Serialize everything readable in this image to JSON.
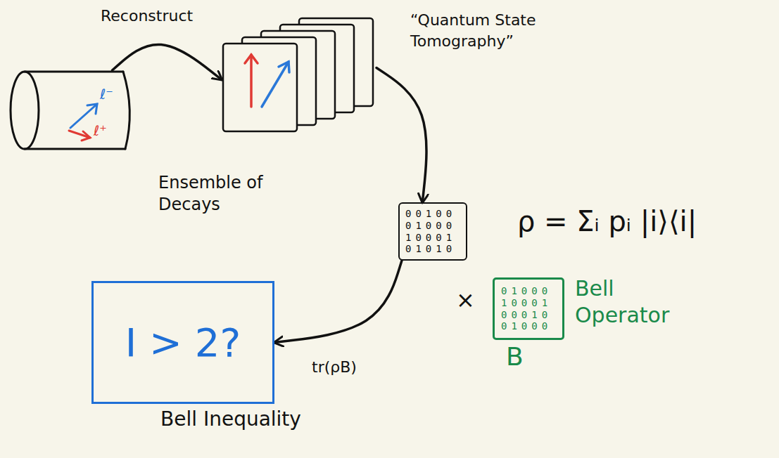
{
  "diagram": {
    "nodes": [
      {
        "text": [
          "ℓ⁻",
          "ℓ⁺"
        ]
      },
      {
        "text": [
          "Ensemble of Decays"
        ]
      },
      {
        "text": [
          "00100 01000 10001 01010"
        ]
      },
      {
        "text": [
          "01000 10001 00010 01000",
          "Bell Operator",
          "B"
        ]
      },
      {
        "text": [
          "I > 2?",
          "Bell Inequality"
        ]
      }
    ],
    "edges": [
      {
        "from": 0,
        "to": 1,
        "arrow": "to",
        "label": "Reconstruct"
      },
      {
        "from": 1,
        "to": 2,
        "arrow": "to",
        "label": "“Quantum State Tomography”"
      },
      {
        "from": 2,
        "to": 4,
        "arrow": "to",
        "label": "tr(ρB)"
      }
    ],
    "labels": [
      "ρ = Σᵢ pᵢ |i⟩⟨i|",
      "×"
    ]
  }
}
